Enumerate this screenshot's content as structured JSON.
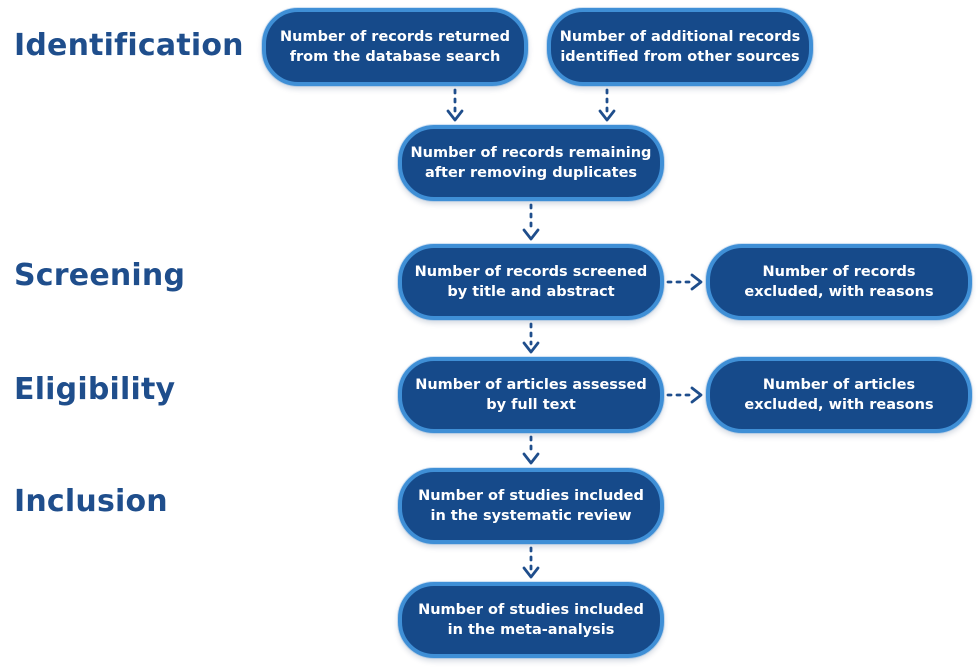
{
  "stages": {
    "identification": "Identification",
    "screening": "Screening",
    "eligibility": "Eligibility",
    "inclusion": "Inclusion"
  },
  "nodes": {
    "database_search": [
      "Number of records returned",
      "from the database search"
    ],
    "other_sources": [
      "Number of additional records",
      "identified from other sources"
    ],
    "after_duplicates": [
      "Number of records remaining",
      "after removing duplicates"
    ],
    "screened": [
      "Number of records screened",
      "by title and abstract"
    ],
    "records_excluded": [
      "Number of records",
      "excluded, with reasons"
    ],
    "full_text": [
      "Number of articles assessed",
      "by full text"
    ],
    "articles_excluded": [
      "Number of articles",
      "excluded, with reasons"
    ],
    "systematic_review": [
      "Number of studies included",
      "in the systematic review"
    ],
    "meta_analysis": [
      "Number of studies included",
      "in the meta-analysis"
    ]
  },
  "colors": {
    "node_fill": "#164a8a",
    "node_border": "#3f8fd6",
    "label_text": "#1f4e8c",
    "arrow": "#1f4e8c"
  }
}
